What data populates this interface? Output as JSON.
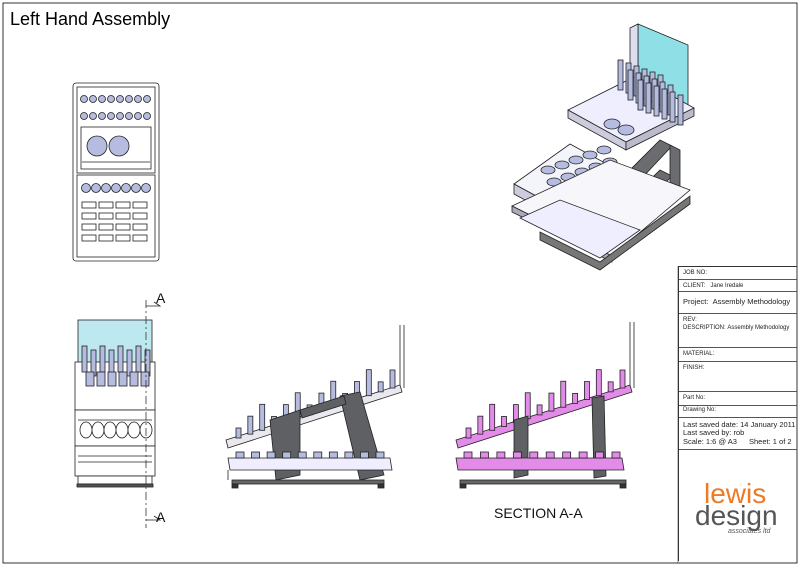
{
  "title": "Left Hand Assembly",
  "section_marker_top": "A",
  "section_marker_bottom": "A",
  "section_label": "SECTION A-A",
  "title_block": {
    "job_no": "JOB NO:",
    "client_label": "CLIENT:",
    "client_value": "Jane Iredale",
    "project_label": "Project:",
    "project_value": "Assembly Methodology",
    "rev": "REV:",
    "description_label": "DESCRIPTION:",
    "description_value": "Assembly Methodology",
    "material": "MATERIAL:",
    "finish": "FINISH:",
    "part_no": "Part No:",
    "drawing_no": "Drawing No:",
    "last_saved_date": "Last saved date:  14 January 2011",
    "last_saved_by": "Last saved by:     rob",
    "scale": "Scale:   1:6 @ A3",
    "sheet": "Sheet:  1 of 2"
  },
  "logo": {
    "line1": "lewis",
    "line2": "design",
    "line3": "associates ltd"
  },
  "colors": {
    "accent_cyan": "#8fe0e6",
    "section_pink": "#e28be8",
    "logo_orange": "#ee7a23",
    "part_blue": "#b5bce0"
  }
}
